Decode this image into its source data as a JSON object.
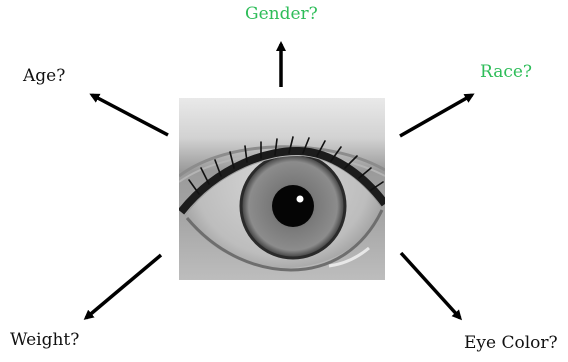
{
  "labels": {
    "gender": "Gender?",
    "age": "Age?",
    "race": "Race?",
    "weight": "Weight?",
    "eye_color": "Eye Color?"
  },
  "colors": {
    "highlight": "#2ebd59",
    "text": "#111111",
    "arrow": "#000000"
  },
  "center_image": {
    "icon": "eye-photo-icon"
  }
}
